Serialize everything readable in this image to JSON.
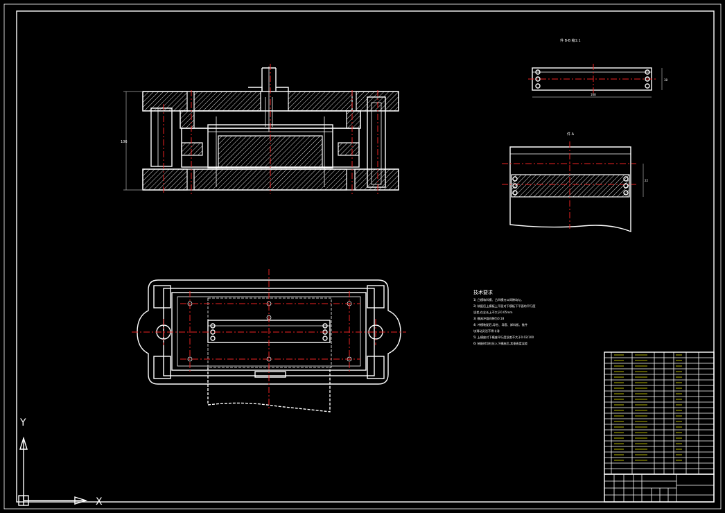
{
  "view_labels": {
    "top_right_view": "件 B-B 缩1:1",
    "middle_right_view": "件 A"
  },
  "dimensions": {
    "front_height": "106",
    "part_length": "168",
    "part_width": "38",
    "part_height": "22"
  },
  "technical_requirements": {
    "title": "技术要求",
    "items": [
      "1) 凸模和凹模、凸凹模刃口间隙均匀,",
      "2) 装配后上模板上平面对下模板下平面的平行度",
      "   误差,在全长上不大于0.05mm",
      "3) 模具冲裁间隙为0.18",
      "4) 冲模装配后,导柱、导套、卸料板、推件",
      "   块滑动灵活不得卡滞",
      "5) 上模座对下模座平行度误差不大于0.02/100",
      "6) 装配时导柱压入下模座后,其垂直度误差"
    ]
  },
  "axes": {
    "y_label": "Y",
    "x_label": "X"
  }
}
